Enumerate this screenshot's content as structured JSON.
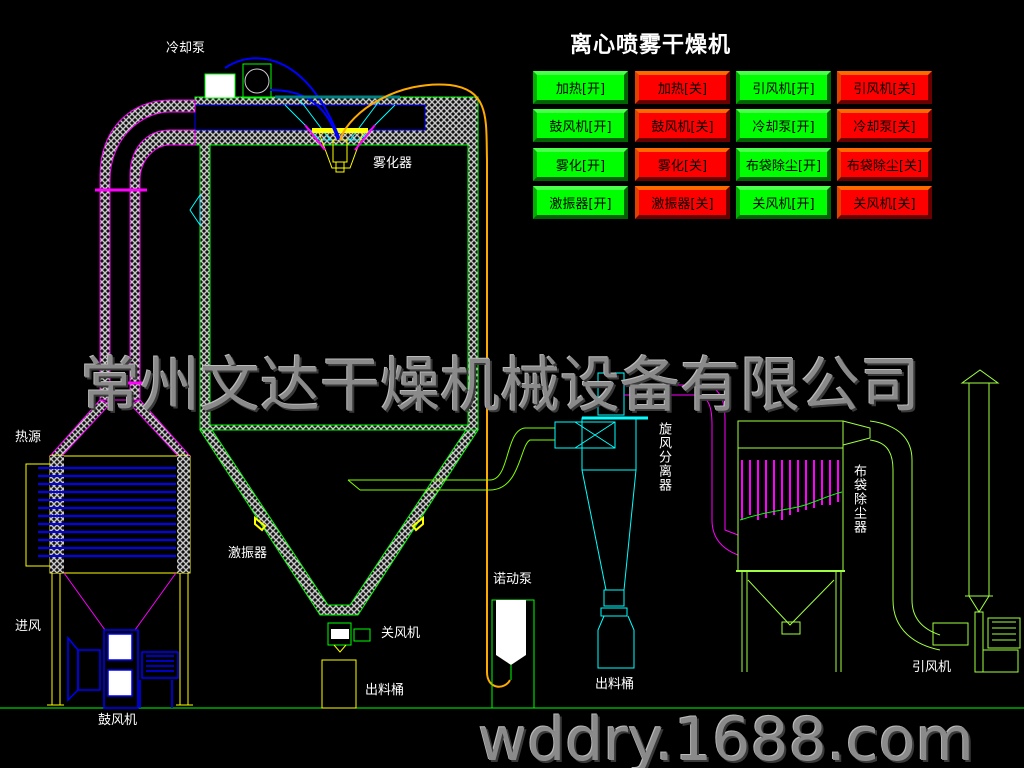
{
  "title": "离心喷雾干燥机",
  "buttons": [
    {
      "label": "加热[开]",
      "state": "on"
    },
    {
      "label": "加热[关]",
      "state": "off"
    },
    {
      "label": "引风机[开]",
      "state": "on"
    },
    {
      "label": "引风机[关]",
      "state": "off"
    },
    {
      "label": "鼓风机[开]",
      "state": "on"
    },
    {
      "label": "鼓风机[关]",
      "state": "off"
    },
    {
      "label": "冷却泵[开]",
      "state": "on"
    },
    {
      "label": "冷却泵[关]",
      "state": "off"
    },
    {
      "label": "雾化[开]",
      "state": "on"
    },
    {
      "label": "雾化[关]",
      "state": "off"
    },
    {
      "label": "布袋除尘[开]",
      "state": "on"
    },
    {
      "label": "布袋除尘[关]",
      "state": "off"
    },
    {
      "label": "激振器[开]",
      "state": "on"
    },
    {
      "label": "激振器[关]",
      "state": "off"
    },
    {
      "label": "关风机[开]",
      "state": "on"
    },
    {
      "label": "关风机[关]",
      "state": "off"
    }
  ],
  "labels": {
    "cooling_pump": "冷却泵",
    "atomizer": "雾化器",
    "heat_source": "热源",
    "air_inlet": "进风",
    "blower": "鼓风机",
    "vibrator": "激振器",
    "rotary_valve": "关风机",
    "discharge_bin_1": "出料桶",
    "peristaltic_pump": "诺动泵",
    "cyclone": "旋风分离器",
    "discharge_bin_2": "出料桶",
    "bag_filter": "布袋除尘器",
    "induced_fan": "引风机"
  },
  "watermarks": {
    "company": "常州文达干燥机械设备有限公司",
    "website": "wddry.1688.com"
  },
  "colors": {
    "on": "#00ff00",
    "off": "#ff0000",
    "hatch": "#c0c0c0",
    "duct": "#ff00ff",
    "frame": "#00ff00",
    "cyclone": "#00ffff",
    "heater": "#ffff00",
    "blue": "#0000ff",
    "feed": "#ffaa00",
    "filter": "#80ff00"
  }
}
